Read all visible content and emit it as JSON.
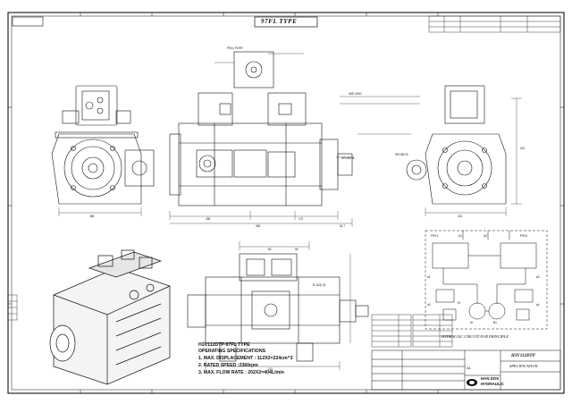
{
  "drawing": {
    "type_banner": "97FL TYPE",
    "model_heading": "H3V112DTP-97FL TYPE",
    "specs_heading": "OPERATING SPECIFICATIONS",
    "specs": [
      "1. MAX. DISPLACEMENT : 112X2=224cm^3",
      "2. RATED SPEED :2360rpm",
      "3. MAX. FLOW RATE : 202X2=404L/min"
    ],
    "circuit_caption": "HYDRAULIC CIRCUIT FOR PRINCIPLE",
    "circuit_ports": [
      "PSV1",
      "A1",
      "A2",
      "PSV2",
      "a1",
      "a2",
      "a3",
      "a4",
      "Dr",
      "B1",
      "M"
    ],
    "title_block": {
      "product": "H3V112DTP",
      "description": "SPECIFICATION",
      "company_line1": "HAN DOK",
      "company_line2": "HYDRAULIC",
      "sheet": "A1"
    },
    "dimensions": [
      "336",
      "436",
      "350",
      "172",
      "64.7",
      "213",
      "80",
      "96",
      "112",
      "110"
    ],
    "callouts": [
      "PSV1 PORT",
      "SPLINE-A",
      "SPLINE-B",
      "SAE 4000",
      "R-1/2(1.9)"
    ]
  }
}
